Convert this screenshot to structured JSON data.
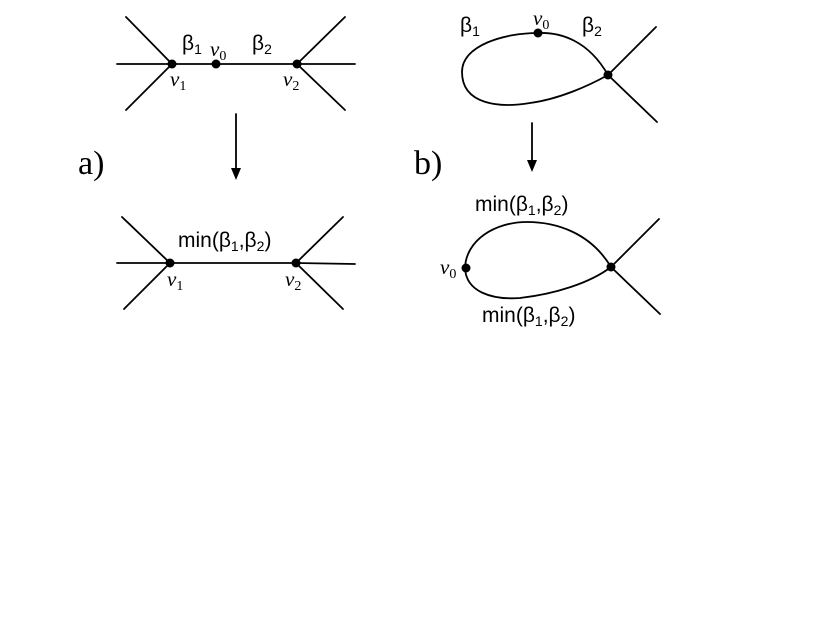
{
  "panels": {
    "a": {
      "label": "a)",
      "top": {
        "beta1": {
          "base": "β",
          "sub": "1"
        },
        "beta2": {
          "base": "β",
          "sub": "2"
        },
        "v0": {
          "base": "v",
          "sub": "0"
        },
        "v1": {
          "base": "v",
          "sub": "1"
        },
        "v2": {
          "base": "v",
          "sub": "2"
        }
      },
      "bottom": {
        "edge_label": {
          "pre": "min(β",
          "sub1": "1",
          "mid": ",β",
          "sub2": "2",
          "post": ")"
        },
        "v1": {
          "base": "v",
          "sub": "1"
        },
        "v2": {
          "base": "v",
          "sub": "2"
        }
      }
    },
    "b": {
      "label": "b)",
      "top": {
        "beta1": {
          "base": "β",
          "sub": "1"
        },
        "beta2": {
          "base": "β",
          "sub": "2"
        },
        "v0": {
          "base": "v",
          "sub": "0"
        }
      },
      "bottom": {
        "upper_label": {
          "pre": "min(β",
          "sub1": "1",
          "mid": ",β",
          "sub2": "2",
          "post": ")"
        },
        "lower_label": {
          "pre": "min(β",
          "sub1": "1",
          "mid": ",β",
          "sub2": "2",
          "post": ")"
        },
        "v0": {
          "base": "v",
          "sub": "0"
        }
      }
    }
  }
}
